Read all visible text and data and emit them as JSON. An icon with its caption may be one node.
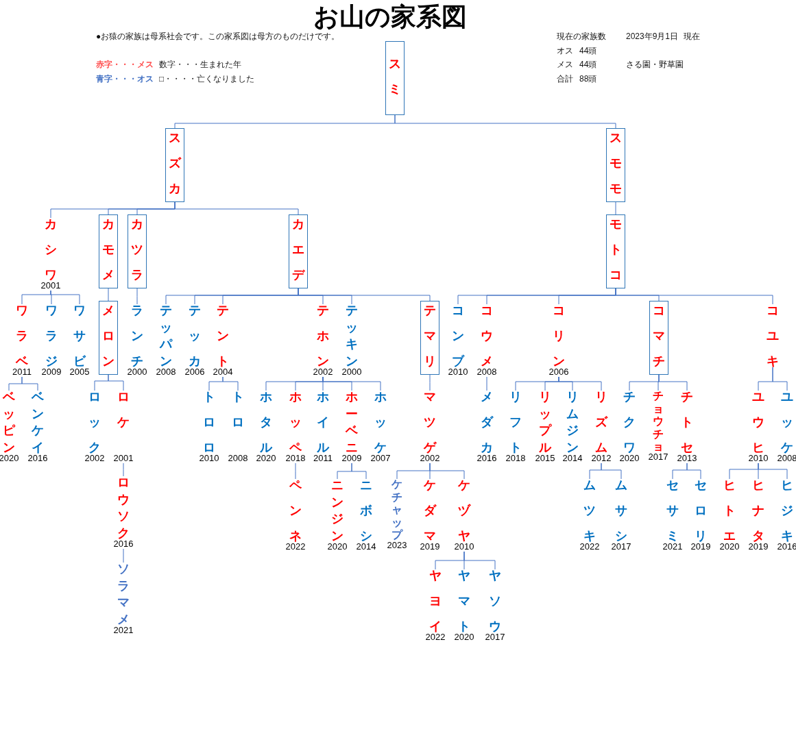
{
  "diagram": {
    "title": "お山の家系図",
    "nodes": [
      {
        "text": [
          "スミ"
        ]
      },
      {
        "text": [
          "スズカ"
        ]
      },
      {
        "text": [
          "スモモ"
        ]
      },
      {
        "text": [
          "カシワ"
        ],
        "beside": [
          "2001"
        ]
      },
      {
        "text": [
          "カモメ"
        ]
      },
      {
        "text": [
          "カツラ"
        ]
      },
      {
        "text": [
          "カエデ"
        ]
      },
      {
        "text": [
          "モトコ"
        ]
      },
      {
        "text": [
          "ワラベ"
        ],
        "beside": [
          "2011"
        ]
      },
      {
        "text": [
          "ワラジ"
        ],
        "beside": [
          "2009"
        ]
      },
      {
        "text": [
          "ワサビ"
        ],
        "beside": [
          "2005"
        ]
      },
      {
        "text": [
          "メロン"
        ]
      },
      {
        "text": [
          "ランチ"
        ],
        "beside": [
          "2000"
        ]
      },
      {
        "text": [
          "テッパン"
        ],
        "beside": [
          "2008"
        ]
      },
      {
        "text": [
          "テッカ"
        ],
        "beside": [
          "2006"
        ]
      },
      {
        "text": [
          "テント"
        ],
        "beside": [
          "2004"
        ]
      },
      {
        "text": [
          "テホン"
        ],
        "beside": [
          "2002"
        ]
      },
      {
        "text": [
          "テッキン"
        ],
        "beside": [
          "2000"
        ]
      },
      {
        "text": [
          "テマリ"
        ]
      },
      {
        "text": [
          "コンブ"
        ],
        "beside": [
          "2010"
        ]
      },
      {
        "text": [
          "コウメ"
        ],
        "beside": [
          "2008"
        ]
      },
      {
        "text": [
          "コリン"
        ],
        "beside": [
          "2006"
        ]
      },
      {
        "text": [
          "コマチ"
        ]
      },
      {
        "text": [
          "コユキ"
        ]
      },
      {
        "text": [
          "ベッピン"
        ],
        "beside": [
          "2020"
        ]
      },
      {
        "text": [
          "ベンケイ"
        ],
        "beside": [
          "2016"
        ]
      },
      {
        "text": [
          "ロック"
        ],
        "beside": [
          "2002"
        ]
      },
      {
        "text": [
          "ロケ"
        ],
        "beside": [
          "2001"
        ]
      },
      {
        "text": [
          "トロロ"
        ],
        "beside": [
          "2010"
        ]
      },
      {
        "text": [
          "トロ"
        ],
        "beside": [
          "2008"
        ]
      },
      {
        "text": [
          "ホタル"
        ],
        "beside": [
          "2020"
        ]
      },
      {
        "text": [
          "ホッペ"
        ],
        "beside": [
          "2018"
        ]
      },
      {
        "text": [
          "ホイル"
        ],
        "beside": [
          "2011"
        ]
      },
      {
        "text": [
          "ホーベニ"
        ],
        "beside": [
          "2009"
        ]
      },
      {
        "text": [
          "ホッケ"
        ],
        "beside": [
          "2007"
        ]
      },
      {
        "text": [
          "マツゲ"
        ],
        "beside": [
          "2002"
        ]
      },
      {
        "text": [
          "メダカ"
        ],
        "beside": [
          "2016"
        ]
      },
      {
        "text": [
          "リフト"
        ],
        "beside": [
          "2018"
        ]
      },
      {
        "text": [
          "リップル"
        ],
        "beside": [
          "2015"
        ]
      },
      {
        "text": [
          "リムジン"
        ],
        "beside": [
          "2014"
        ]
      },
      {
        "text": [
          "リズム"
        ],
        "beside": [
          "2012"
        ]
      },
      {
        "text": [
          "チクワ"
        ],
        "beside": [
          "2020"
        ]
      },
      {
        "text": [
          "チョウチョ"
        ],
        "beside": [
          "2017"
        ]
      },
      {
        "text": [
          "チトセ"
        ],
        "beside": [
          "2013"
        ]
      },
      {
        "text": [
          "ユウヒ"
        ],
        "beside": [
          "2010"
        ]
      },
      {
        "text": [
          "ユッケ"
        ],
        "beside": [
          "2008"
        ]
      },
      {
        "text": [
          "ロウソク"
        ],
        "beside": [
          "2016"
        ]
      },
      {
        "text": [
          "ペンネ"
        ],
        "beside": [
          "2022"
        ]
      },
      {
        "text": [
          "ニンジン"
        ],
        "beside": [
          "2020"
        ]
      },
      {
        "text": [
          "ニボシ"
        ],
        "beside": [
          "2014"
        ]
      },
      {
        "text": [
          "ケチャップ"
        ],
        "beside": [
          "2023"
        ]
      },
      {
        "text": [
          "ケダマ"
        ],
        "beside": [
          "2019"
        ]
      },
      {
        "text": [
          "ケヅヤ"
        ],
        "beside": [
          "2010"
        ]
      },
      {
        "text": [
          "ムツキ"
        ],
        "beside": [
          "2022"
        ]
      },
      {
        "text": [
          "ムサシ"
        ],
        "beside": [
          "2017"
        ]
      },
      {
        "text": [
          "セサミ"
        ],
        "beside": [
          "2021"
        ]
      },
      {
        "text": [
          "セロリ"
        ],
        "beside": [
          "2019"
        ]
      },
      {
        "text": [
          "ヒトエ"
        ],
        "beside": [
          "2020"
        ]
      },
      {
        "text": [
          "ヒナタ"
        ],
        "beside": [
          "2019"
        ]
      },
      {
        "text": [
          "ヒジキ"
        ],
        "beside": [
          "2016"
        ]
      },
      {
        "text": [
          "ソラマメ"
        ],
        "beside": [
          "2021"
        ]
      },
      {
        "text": [
          "ヤヨイ"
        ],
        "beside": [
          "2022"
        ]
      },
      {
        "text": [
          "ヤマト"
        ],
        "beside": [
          "2020"
        ]
      },
      {
        "text": [
          "ヤソウ"
        ],
        "beside": [
          "2017"
        ]
      }
    ],
    "edges": [
      {
        "from": 0,
        "to": 1,
        "arrow": "none"
      },
      {
        "from": 0,
        "to": 2,
        "arrow": "none"
      },
      {
        "from": 1,
        "to": 3,
        "arrow": "none"
      },
      {
        "from": 1,
        "to": 4,
        "arrow": "none"
      },
      {
        "from": 1,
        "to": 5,
        "arrow": "none"
      },
      {
        "from": 1,
        "to": 6,
        "arrow": "none"
      },
      {
        "from": 2,
        "to": 7,
        "arrow": "none"
      },
      {
        "from": 3,
        "to": 8,
        "arrow": "none"
      },
      {
        "from": 3,
        "to": 9,
        "arrow": "none"
      },
      {
        "from": 3,
        "to": 10,
        "arrow": "none"
      },
      {
        "from": 4,
        "to": 11,
        "arrow": "none"
      },
      {
        "from": 5,
        "to": 12,
        "arrow": "none"
      },
      {
        "from": 6,
        "to": 13,
        "arrow": "none"
      },
      {
        "from": 6,
        "to": 14,
        "arrow": "none"
      },
      {
        "from": 6,
        "to": 15,
        "arrow": "none"
      },
      {
        "from": 6,
        "to": 16,
        "arrow": "none"
      },
      {
        "from": 6,
        "to": 17,
        "arrow": "none"
      },
      {
        "from": 6,
        "to": 18,
        "arrow": "none"
      },
      {
        "from": 7,
        "to": 19,
        "arrow": "none"
      },
      {
        "from": 7,
        "to": 20,
        "arrow": "none"
      },
      {
        "from": 7,
        "to": 21,
        "arrow": "none"
      },
      {
        "from": 7,
        "to": 22,
        "arrow": "none"
      },
      {
        "from": 7,
        "to": 23,
        "arrow": "none"
      },
      {
        "from": 8,
        "to": 24,
        "arrow": "none"
      },
      {
        "from": 8,
        "to": 25,
        "arrow": "none"
      },
      {
        "from": 11,
        "to": 26,
        "arrow": "none"
      },
      {
        "from": 11,
        "to": 27,
        "arrow": "none"
      },
      {
        "from": 15,
        "to": 28,
        "arrow": "none"
      },
      {
        "from": 15,
        "to": 29,
        "arrow": "none"
      },
      {
        "from": 16,
        "to": 30,
        "arrow": "none"
      },
      {
        "from": 16,
        "to": 31,
        "arrow": "none"
      },
      {
        "from": 16,
        "to": 32,
        "arrow": "none"
      },
      {
        "from": 16,
        "to": 33,
        "arrow": "none"
      },
      {
        "from": 16,
        "to": 34,
        "arrow": "none"
      },
      {
        "from": 18,
        "to": 35,
        "arrow": "none"
      },
      {
        "from": 20,
        "to": 36,
        "arrow": "none"
      },
      {
        "from": 21,
        "to": 37,
        "arrow": "none"
      },
      {
        "from": 21,
        "to": 38,
        "arrow": "none"
      },
      {
        "from": 21,
        "to": 39,
        "arrow": "none"
      },
      {
        "from": 21,
        "to": 40,
        "arrow": "none"
      },
      {
        "from": 22,
        "to": 41,
        "arrow": "none"
      },
      {
        "from": 22,
        "to": 42,
        "arrow": "none"
      },
      {
        "from": 22,
        "to": 43,
        "arrow": "none"
      },
      {
        "from": 23,
        "to": 44,
        "arrow": "none"
      },
      {
        "from": 23,
        "to": 45,
        "arrow": "none"
      },
      {
        "from": 27,
        "to": 46,
        "arrow": "none"
      },
      {
        "from": 31,
        "to": 47,
        "arrow": "none"
      },
      {
        "from": 33,
        "to": 48,
        "arrow": "none"
      },
      {
        "from": 33,
        "to": 49,
        "arrow": "none"
      },
      {
        "from": 35,
        "to": 50,
        "arrow": "none"
      },
      {
        "from": 35,
        "to": 51,
        "arrow": "none"
      },
      {
        "from": 35,
        "to": 52,
        "arrow": "none"
      },
      {
        "from": 40,
        "to": 53,
        "arrow": "none"
      },
      {
        "from": 40,
        "to": 54,
        "arrow": "none"
      },
      {
        "from": 43,
        "to": 55,
        "arrow": "none"
      },
      {
        "from": 43,
        "to": 56,
        "arrow": "none"
      },
      {
        "from": 44,
        "to": 57,
        "arrow": "none"
      },
      {
        "from": 44,
        "to": 58,
        "arrow": "none"
      },
      {
        "from": 44,
        "to": 59,
        "arrow": "none"
      },
      {
        "from": 46,
        "to": 60,
        "arrow": "none"
      },
      {
        "from": 52,
        "to": 61,
        "arrow": "none"
      },
      {
        "from": 52,
        "to": 62,
        "arrow": "none"
      },
      {
        "from": 52,
        "to": 63,
        "arrow": "none"
      }
    ],
    "labels": [
      "●お猿の家族は母系社会です。この家系図は母方のものだけです。",
      "現在の家族数",
      "2023年9月1日",
      "現在",
      "オス",
      "44頭",
      "メス",
      "44頭",
      "さる園・野草園",
      "合計",
      "88頭"
    ],
    "legend": [
      {
        "text": "赤字・・・メス",
        "color": "#ff4d4d"
      },
      {
        "text": "数字・・・生まれた年"
      },
      {
        "text": "青字・・・オス",
        "color": "#4472c4"
      },
      {
        "text": "□・・・・亡くなりました"
      }
    ]
  }
}
